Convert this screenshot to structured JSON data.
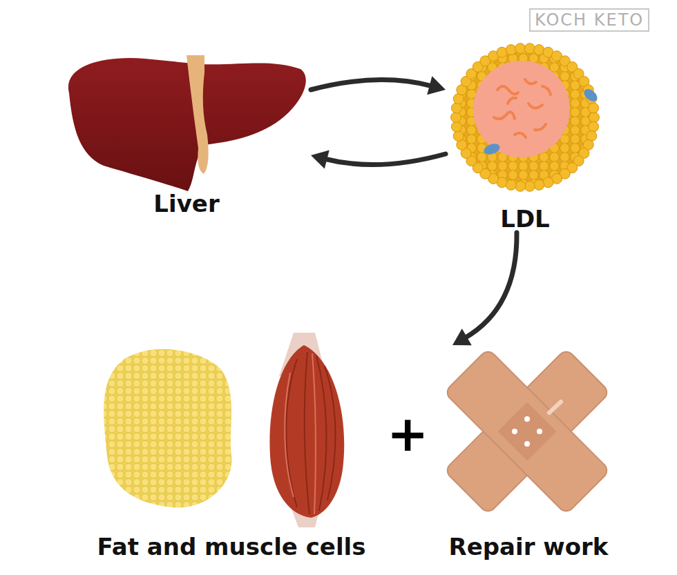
{
  "diagram": {
    "nodes": [
      {
        "text": [
          "Liver"
        ]
      },
      {
        "text": [
          "LDL"
        ]
      },
      {
        "text": [
          "Fat and muscle cells"
        ]
      },
      {
        "text": [
          "Repair work"
        ]
      }
    ],
    "edges": [
      {
        "from": 0,
        "to": 1,
        "arrow": "to"
      },
      {
        "from": 1,
        "to": 0,
        "arrow": "to"
      },
      {
        "from": 1,
        "to": 3,
        "arrow": "to"
      }
    ],
    "labels": [
      "KOCH KETO",
      "+"
    ]
  }
}
